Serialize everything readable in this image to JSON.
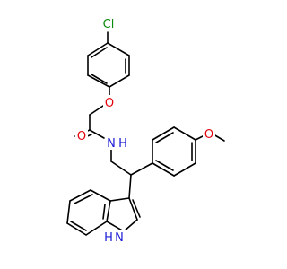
{
  "molecule": {
    "atoms": {
      "chlorine": "Cl",
      "ether_oxygen": "O",
      "carbonyl_oxygen": "O",
      "amide_nitrogen": "N",
      "amide_hydrogen": "H",
      "methoxy_oxygen": "O",
      "indole_nitrogen": "N",
      "indole_hydrogen": "H"
    },
    "colors": {
      "bond": "#000000",
      "chlorine": "#0b8a0b",
      "oxygen": "#e3000b",
      "nitrogen": "#1c1cd6"
    }
  }
}
